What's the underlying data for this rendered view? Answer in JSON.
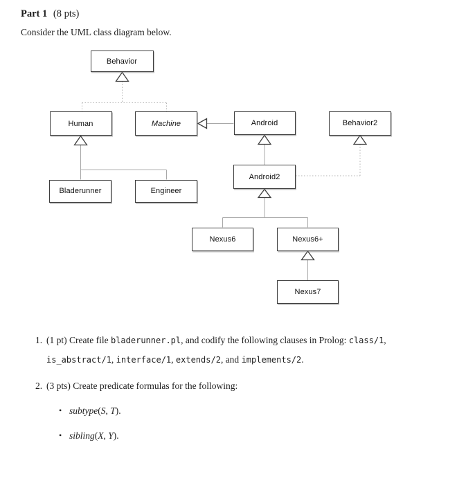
{
  "header": {
    "part_label": "Part 1",
    "points_label": "(8 pts)",
    "intro": "Consider the UML class diagram below."
  },
  "diagram": {
    "nodes": [
      {
        "label": "Behavior",
        "abstract": false
      },
      {
        "label": "Human",
        "abstract": false
      },
      {
        "label": "Machine",
        "abstract": true
      },
      {
        "label": "Android",
        "abstract": false
      },
      {
        "label": "Behavior2",
        "abstract": false
      },
      {
        "label": "Bladerunner",
        "abstract": false
      },
      {
        "label": "Engineer",
        "abstract": false
      },
      {
        "label": "Android2",
        "abstract": false
      },
      {
        "label": "Nexus6",
        "abstract": false
      },
      {
        "label": "Nexus6+",
        "abstract": false
      },
      {
        "label": "Nexus7",
        "abstract": false
      }
    ],
    "relationships": [
      {
        "from": "Human",
        "to": "Behavior",
        "type": "implements"
      },
      {
        "from": "Machine",
        "to": "Behavior",
        "type": "implements"
      },
      {
        "from": "Android",
        "to": "Machine",
        "type": "extends"
      },
      {
        "from": "Bladerunner",
        "to": "Human",
        "type": "extends"
      },
      {
        "from": "Engineer",
        "to": "Human",
        "type": "extends"
      },
      {
        "from": "Android2",
        "to": "Android",
        "type": "extends"
      },
      {
        "from": "Android2",
        "to": "Behavior2",
        "type": "implements"
      },
      {
        "from": "Nexus6",
        "to": "Android2",
        "type": "extends"
      },
      {
        "from": "Nexus6+",
        "to": "Android2",
        "type": "extends"
      },
      {
        "from": "Nexus7",
        "to": "Nexus6+",
        "type": "extends"
      }
    ]
  },
  "questions": [
    {
      "number": "1.",
      "segments": [
        {
          "t": "rm",
          "v": "(1 pt) Create file "
        },
        {
          "t": "tt",
          "v": "bladerunner.pl"
        },
        {
          "t": "rm",
          "v": ", and codify the following clauses in Prolog: "
        },
        {
          "t": "tt",
          "v": "class/1"
        },
        {
          "t": "rm",
          "v": ","
        },
        {
          "t": "br",
          "v": ""
        },
        {
          "t": "tt",
          "v": "is_abstract/1"
        },
        {
          "t": "rm",
          "v": ", "
        },
        {
          "t": "tt",
          "v": "interface/1"
        },
        {
          "t": "rm",
          "v": ", "
        },
        {
          "t": "tt",
          "v": "extends/2"
        },
        {
          "t": "rm",
          "v": ", and "
        },
        {
          "t": "tt",
          "v": "implements/2"
        },
        {
          "t": "rm",
          "v": "."
        }
      ]
    },
    {
      "number": "2.",
      "segments": [
        {
          "t": "rm",
          "v": "(3 pts) Create predicate formulas for the following:"
        }
      ]
    }
  ],
  "bullets": [
    {
      "marker": "•",
      "segments": [
        {
          "t": "it",
          "v": "subtype"
        },
        {
          "t": "rm",
          "v": "("
        },
        {
          "t": "it",
          "v": "S"
        },
        {
          "t": "rm",
          "v": ", "
        },
        {
          "t": "it",
          "v": "T"
        },
        {
          "t": "rm",
          "v": ")."
        }
      ]
    },
    {
      "marker": "•",
      "segments": [
        {
          "t": "it",
          "v": "sibling"
        },
        {
          "t": "rm",
          "v": "("
        },
        {
          "t": "it",
          "v": "X"
        },
        {
          "t": "rm",
          "v": ", "
        },
        {
          "t": "it",
          "v": "Y"
        },
        {
          "t": "rm",
          "v": ")."
        }
      ]
    }
  ],
  "colors": {
    "box_border": "#3e3e3e",
    "solid_connector": "#a8a8a8",
    "dotted_connector": "#b3b3b3",
    "background": "#ffffff",
    "text": "#1d1d1d"
  }
}
